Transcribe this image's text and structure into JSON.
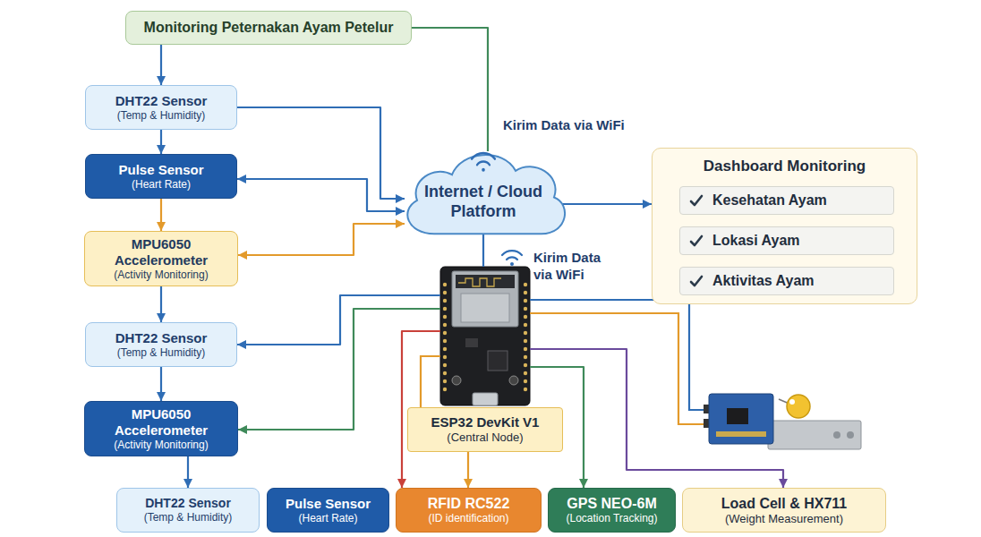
{
  "diagram": {
    "nodes": [
      {
        "text": [
          "Monitoring Peternakan Ayam Petelur"
        ]
      },
      {
        "text": [
          "DHT22 Sensor",
          "(Temp & Humidity)"
        ]
      },
      {
        "text": [
          "Pulse Sensor",
          "(Heart Rate)"
        ]
      },
      {
        "text": [
          "MPU6050 Accelerometer",
          "(Activity Monitoring)"
        ]
      },
      {
        "text": [
          "DHT22 Sensor",
          "(Temp & Humidity)"
        ]
      },
      {
        "text": [
          "MPU6050 Accelerometer",
          "(Activity Monitoring)"
        ]
      },
      {
        "text": [
          "DHT22 Sensor",
          "(Temp & Humidity)"
        ]
      },
      {
        "text": [
          "Pulse Sensor",
          "(Heart Rate)"
        ]
      },
      {
        "text": [
          "RFID RC522",
          "(ID identification)"
        ]
      },
      {
        "text": [
          "GPS NEO-6M",
          "(Location Tracking)"
        ]
      },
      {
        "text": [
          "Load Cell & HX711",
          "(Weight Measurement)"
        ]
      },
      {
        "text": [
          "Internet / Cloud Platform"
        ]
      },
      {
        "text": [
          "ESP32 DevKit V1",
          "(Central Node)"
        ]
      },
      {
        "text": [
          "Dashboard Monitoring"
        ]
      },
      {
        "text": [
          "Kesehatan Ayam"
        ],
        "in": 13
      },
      {
        "text": [
          "Lokasi Ayam"
        ],
        "in": 13
      },
      {
        "text": [
          "Aktivitas Ayam"
        ],
        "in": 13
      }
    ],
    "edges": [
      {
        "from": 0,
        "to": 1,
        "arrow": "to"
      },
      {
        "from": 1,
        "to": 2,
        "arrow": "to"
      },
      {
        "from": 2,
        "to": 3,
        "arrow": "to"
      },
      {
        "from": 3,
        "to": 4,
        "arrow": "to"
      },
      {
        "from": 4,
        "to": 5,
        "arrow": "to"
      },
      {
        "from": 5,
        "to": 6,
        "arrow": "to"
      },
      {
        "from": 0,
        "to": 11,
        "arrow": "none"
      },
      {
        "from": 1,
        "to": 11,
        "arrow": "to"
      },
      {
        "from": 11,
        "to": 2,
        "arrow": "both"
      },
      {
        "from": 3,
        "to": 11,
        "arrow": "both"
      },
      {
        "from": 11,
        "to": 13,
        "arrow": "to"
      },
      {
        "from": 12,
        "to": 11,
        "arrow": "none"
      },
      {
        "from": 12,
        "to": 4,
        "arrow": "to"
      },
      {
        "from": 12,
        "to": 5,
        "arrow": "to"
      },
      {
        "from": 12,
        "to": 8,
        "arrow": "to"
      },
      {
        "from": 12,
        "to": 8,
        "arrow": "to"
      },
      {
        "from": 12,
        "to": 9,
        "arrow": "to"
      },
      {
        "from": 12,
        "to": 10,
        "arrow": "to"
      }
    ],
    "labels": [
      "Kirim Data via WiFi",
      "Kirim Data via WiFi"
    ]
  }
}
